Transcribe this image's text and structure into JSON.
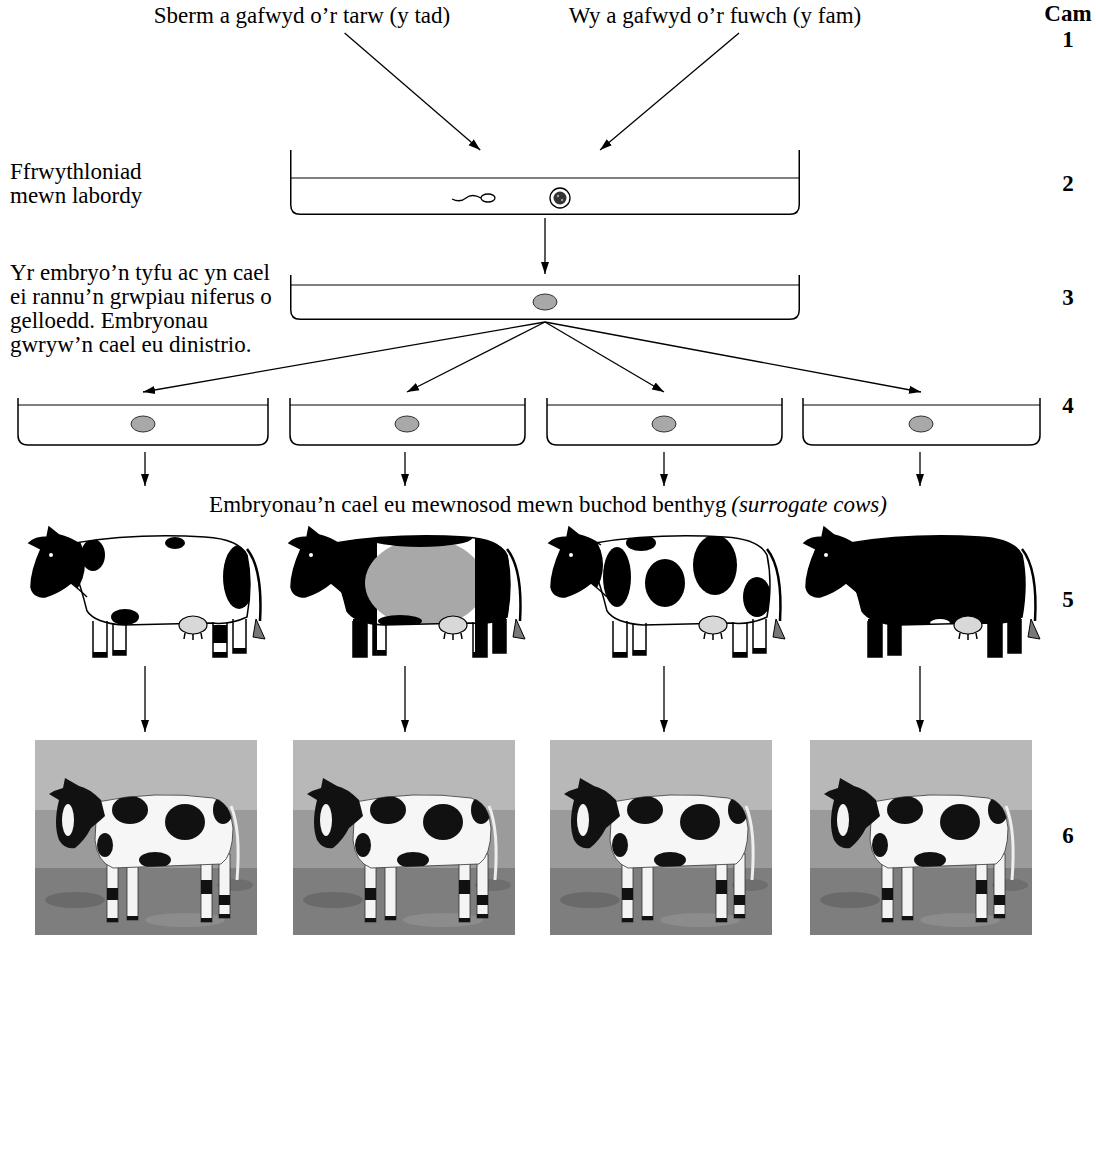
{
  "diagram": {
    "nodes": [
      {
        "text": [
          "Sberm a gafwyd o’r tarw (y tad)"
        ]
      },
      {
        "text": [
          "Wy a gafwyd o’r fuwch (y fam)"
        ]
      },
      {
        "text": [
          "Ffrwythloniad mewn labordy"
        ]
      },
      {
        "text": [
          "Yr embryo’n tyfu ac yn cael ei rannu’n grwpiau niferus o gelloedd. Embryonau gwryw’n cael eu dinistrio."
        ]
      }
    ],
    "edges": [
      {
        "from": 0,
        "to": 2,
        "arrow": "to"
      },
      {
        "from": 1,
        "to": 2,
        "arrow": "to"
      },
      {
        "from": 2,
        "to": 3,
        "arrow": "to"
      }
    ],
    "labels": [
      "Cam",
      "1",
      "2",
      "3",
      "4",
      "5",
      "6",
      "Embryonau’n cael eu mewnosod mewn buchod benthyg",
      "(surrogate cows)"
    ]
  }
}
